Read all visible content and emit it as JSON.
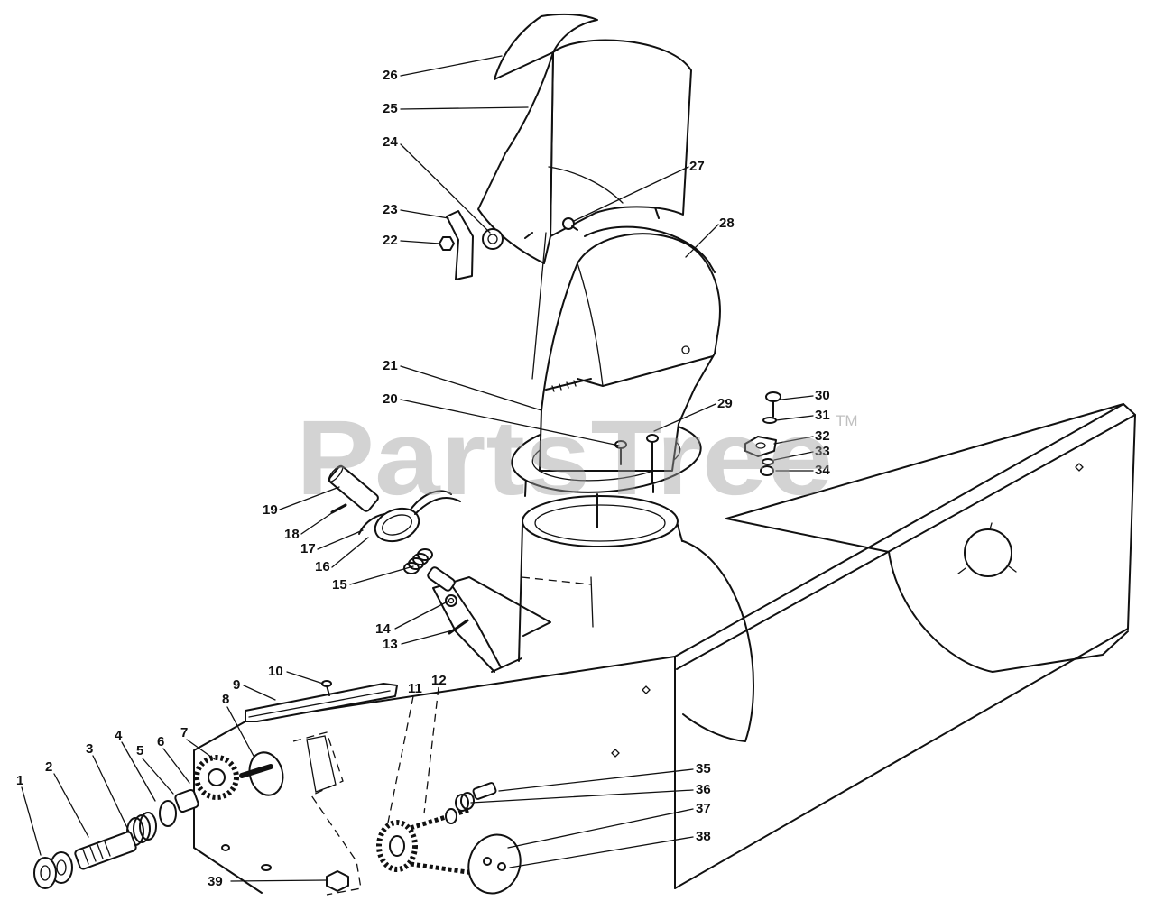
{
  "diagram": {
    "callouts": [
      "1",
      "2",
      "3",
      "4",
      "5",
      "6",
      "7",
      "8",
      "9",
      "10",
      "11",
      "12",
      "13",
      "14",
      "15",
      "16",
      "17",
      "18",
      "19",
      "20",
      "21",
      "22",
      "23",
      "24",
      "25",
      "26",
      "27",
      "28",
      "29",
      "30",
      "31",
      "32",
      "33",
      "34",
      "35",
      "36",
      "37",
      "38",
      "39"
    ],
    "watermark": {
      "text": "PartsTree",
      "trademark": "TM"
    }
  },
  "colors": {
    "line": "#111111",
    "watermark": "#9e9e9e",
    "background": "#ffffff"
  }
}
